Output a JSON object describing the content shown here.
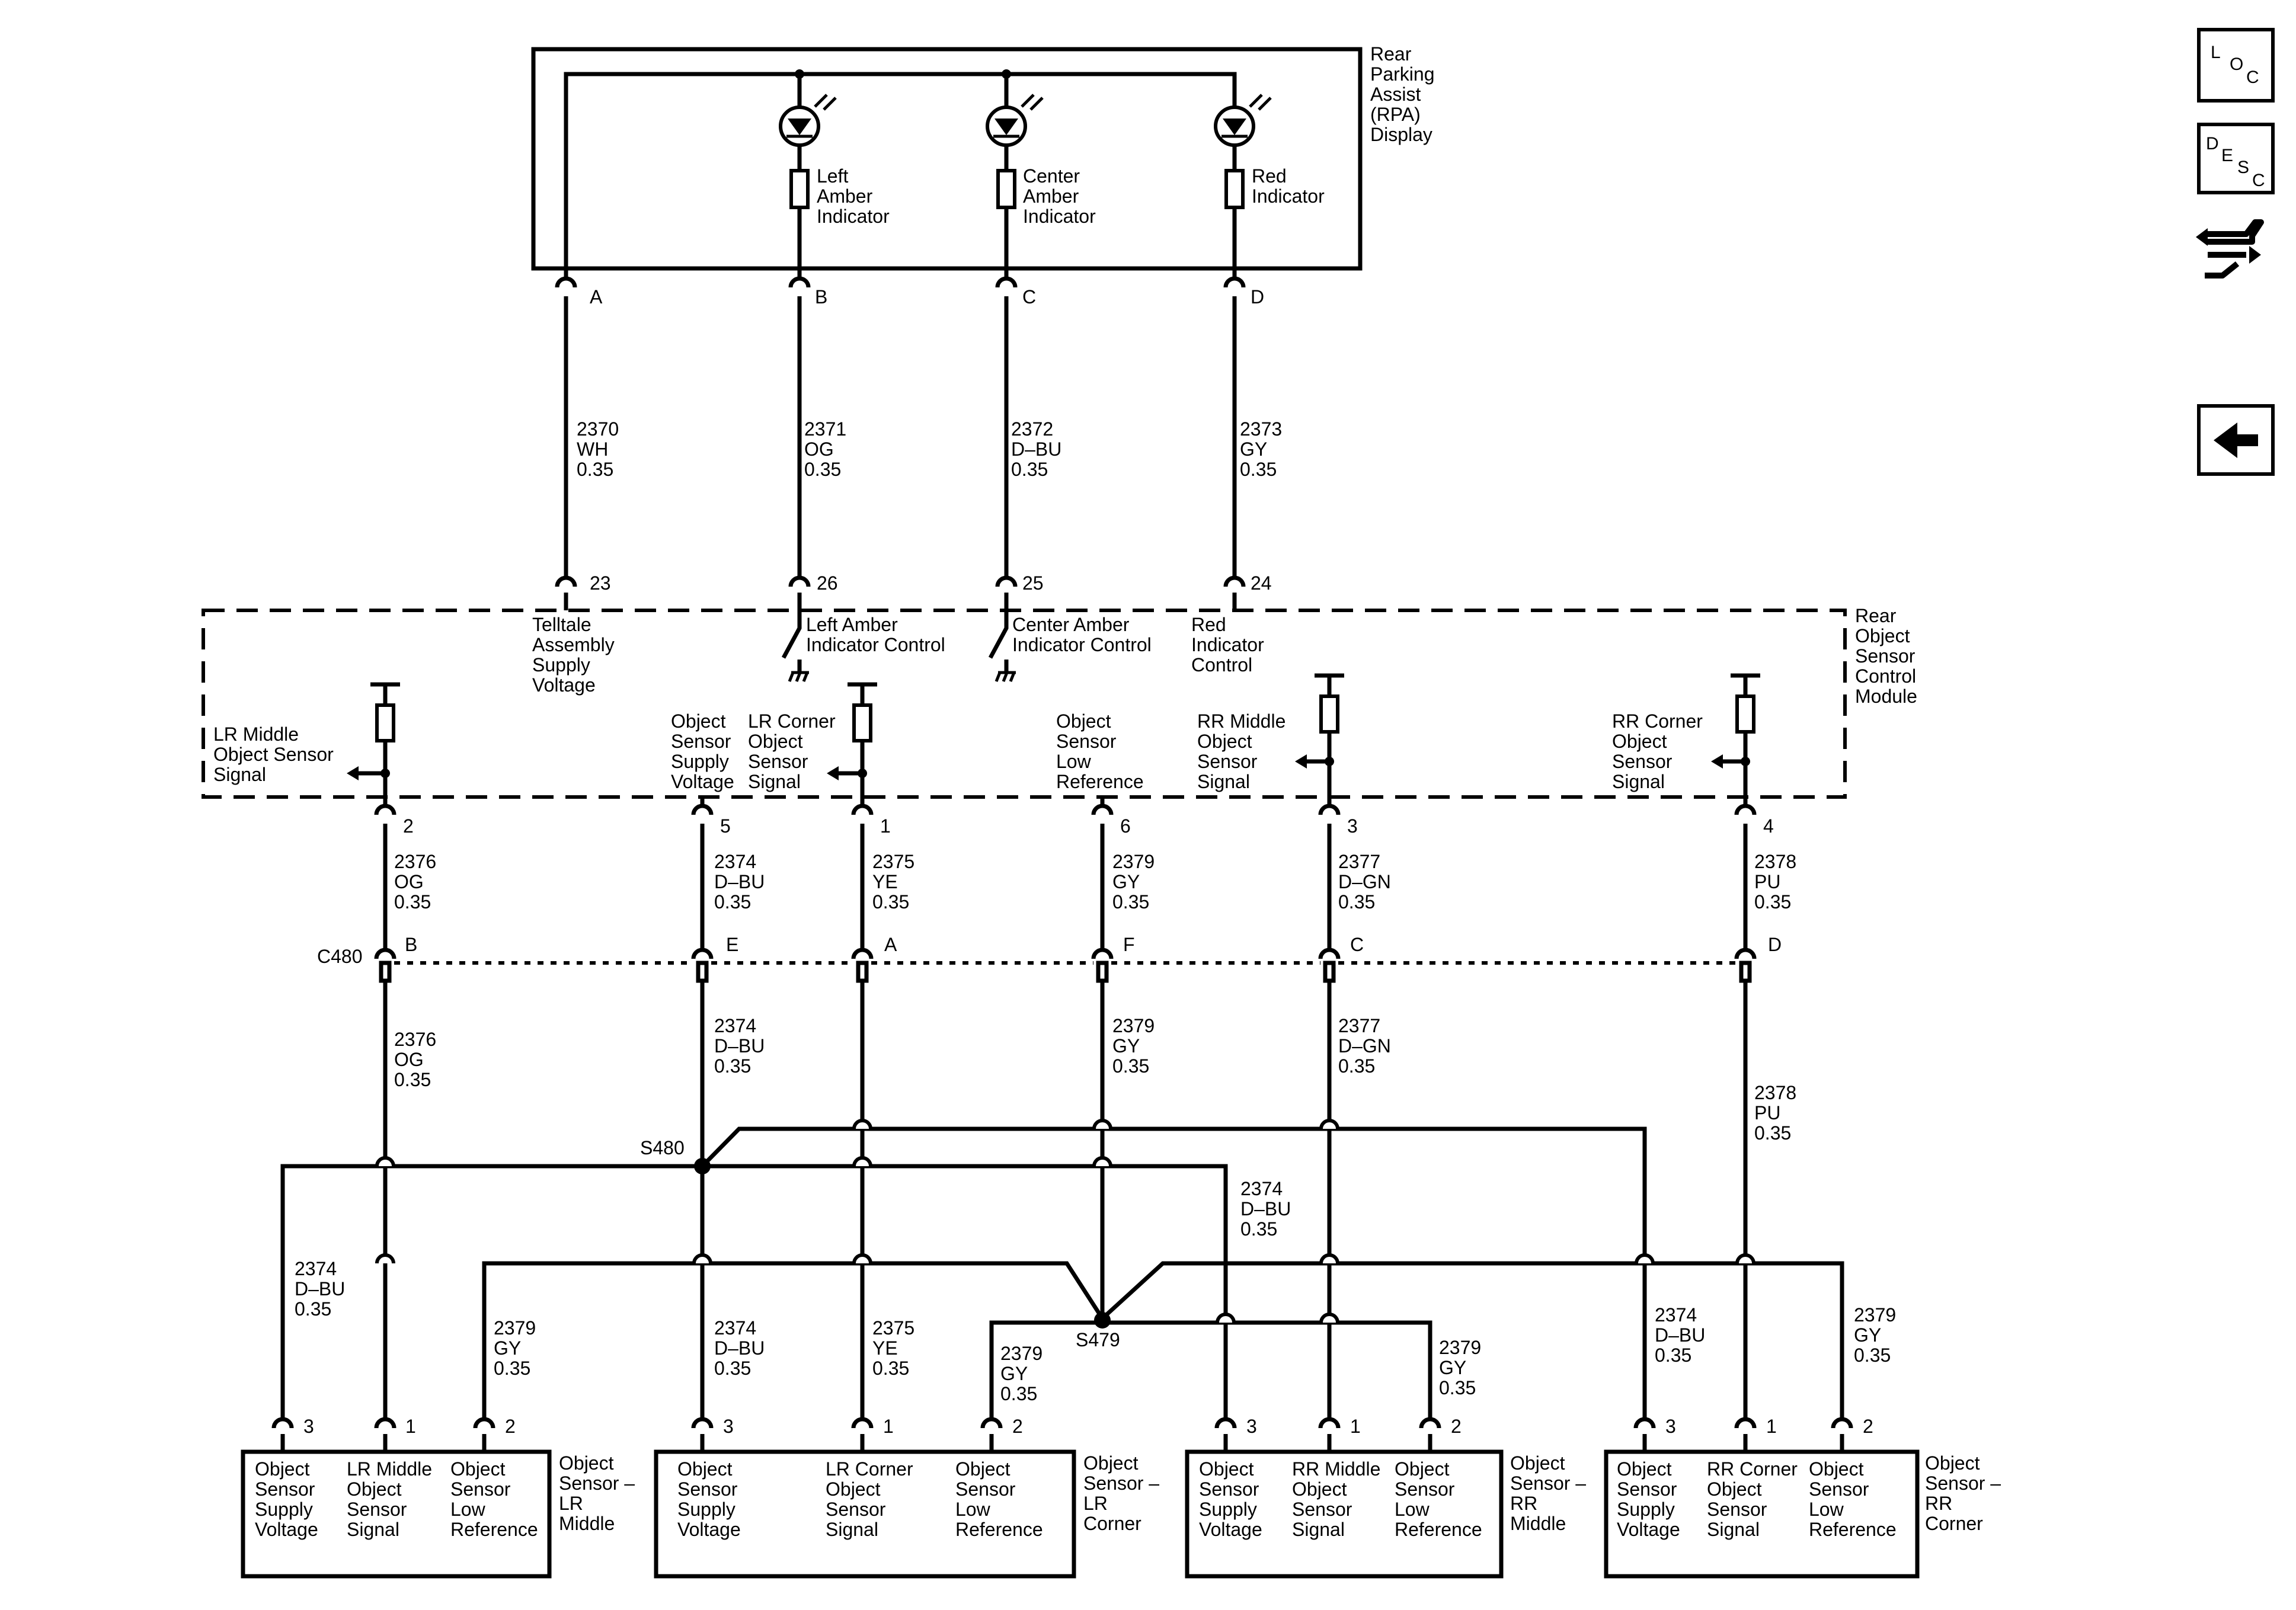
{
  "rpa_display": {
    "title": [
      "Rear",
      "Parking",
      "Assist",
      "(RPA)",
      "Display"
    ],
    "indicators": [
      {
        "label": [
          "Left",
          "Amber",
          "Indicator"
        ]
      },
      {
        "label": [
          "Center",
          "Amber",
          "Indicator"
        ]
      },
      {
        "label": [
          "Red",
          "Indicator"
        ]
      }
    ],
    "pins": [
      "A",
      "B",
      "C",
      "D"
    ]
  },
  "upper_wires": [
    {
      "circuit": "2370",
      "color": "WH",
      "size": "0.35"
    },
    {
      "circuit": "2371",
      "color": "OG",
      "size": "0.35"
    },
    {
      "circuit": "2372",
      "color": "D–BU",
      "size": "0.35"
    },
    {
      "circuit": "2373",
      "color": "GY",
      "size": "0.35"
    }
  ],
  "module": {
    "title": [
      "Rear",
      "Object",
      "Sensor",
      "Control",
      "Module"
    ],
    "top_pins": [
      "23",
      "26",
      "25",
      "24"
    ],
    "top_labels": {
      "telltale": [
        "Telltale",
        "Assembly",
        "Supply",
        "Voltage"
      ],
      "left_amber": [
        "Left Amber",
        "Indicator Control"
      ],
      "center_amber": [
        "Center Amber",
        "Indicator Control"
      ],
      "red": [
        "Red",
        "Indicator",
        "Control"
      ]
    },
    "inner_labels": {
      "lr_middle": [
        "LR Middle",
        "Object Sensor",
        "Signal"
      ],
      "supply": [
        "Object",
        "Sensor",
        "Supply",
        "Voltage"
      ],
      "lr_corner": [
        "LR Corner",
        "Object",
        "Sensor",
        "Signal"
      ],
      "low_ref": [
        "Object",
        "Sensor",
        "Low",
        "Reference"
      ],
      "rr_middle": [
        "RR Middle",
        "Object",
        "Sensor",
        "Signal"
      ],
      "rr_corner": [
        "RR Corner",
        "Object",
        "Sensor",
        "Signal"
      ]
    },
    "bottom_pins": [
      "2",
      "5",
      "1",
      "6",
      "3",
      "4"
    ]
  },
  "mid_wires": [
    {
      "circuit": "2376",
      "color": "OG",
      "size": "0.35"
    },
    {
      "circuit": "2374",
      "color": "D–BU",
      "size": "0.35"
    },
    {
      "circuit": "2375",
      "color": "YE",
      "size": "0.35"
    },
    {
      "circuit": "2379",
      "color": "GY",
      "size": "0.35"
    },
    {
      "circuit": "2377",
      "color": "D–GN",
      "size": "0.35"
    },
    {
      "circuit": "2378",
      "color": "PU",
      "size": "0.35"
    }
  ],
  "connector": {
    "name": "C480",
    "pins": [
      "B",
      "E",
      "A",
      "F",
      "C",
      "D"
    ]
  },
  "splices": {
    "s480": "S480",
    "s479": "S479"
  },
  "lower_wires": {
    "og": {
      "circuit": "2376",
      "color": "OG",
      "size": "0.35"
    },
    "dbu_main": {
      "circuit": "2374",
      "color": "D–BU",
      "size": "0.35"
    },
    "gy_main": {
      "circuit": "2379",
      "color": "GY",
      "size": "0.35"
    },
    "dgn": {
      "circuit": "2377",
      "color": "D–GN",
      "size": "0.35"
    },
    "pu": {
      "circuit": "2378",
      "color": "PU",
      "size": "0.35"
    },
    "dbu_s1": {
      "circuit": "2374",
      "color": "D–BU",
      "size": "0.35"
    },
    "gy_s1": {
      "circuit": "2379",
      "color": "GY",
      "size": "0.35"
    },
    "dbu_bus": {
      "circuit": "2374",
      "color": "D–BU",
      "size": "0.35"
    },
    "dbu_s2": {
      "circuit": "2374",
      "color": "D–BU",
      "size": "0.35"
    },
    "ye_s2": {
      "circuit": "2375",
      "color": "YE",
      "size": "0.35"
    },
    "gy_s2": {
      "circuit": "2379",
      "color": "GY",
      "size": "0.35"
    },
    "gy_s3": {
      "circuit": "2379",
      "color": "GY",
      "size": "0.35"
    },
    "dbu_s4": {
      "circuit": "2374",
      "color": "D–BU",
      "size": "0.35"
    },
    "gy_s4": {
      "circuit": "2379",
      "color": "GY",
      "size": "0.35"
    }
  },
  "sensors": [
    {
      "name": [
        "Object",
        "Sensor –",
        "LR",
        "Middle"
      ],
      "pins": [
        "3",
        "1",
        "2"
      ],
      "labels": [
        [
          "Object",
          "Sensor",
          "Supply",
          "Voltage"
        ],
        [
          "LR Middle",
          "Object",
          "Sensor",
          "Signal"
        ],
        [
          "Object",
          "Sensor",
          "Low",
          "Reference"
        ]
      ]
    },
    {
      "name": [
        "Object",
        "Sensor –",
        "LR",
        "Corner"
      ],
      "pins": [
        "3",
        "1",
        "2"
      ],
      "labels": [
        [
          "Object",
          "Sensor",
          "Supply",
          "Voltage"
        ],
        [
          "LR Corner",
          "Object",
          "Sensor",
          "Signal"
        ],
        [
          "Object",
          "Sensor",
          "Low",
          "Reference"
        ]
      ]
    },
    {
      "name": [
        "Object",
        "Sensor –",
        "RR",
        "Middle"
      ],
      "pins": [
        "3",
        "1",
        "2"
      ],
      "labels": [
        [
          "Object",
          "Sensor",
          "Supply",
          "Voltage"
        ],
        [
          "RR Middle",
          "Object",
          "Sensor",
          "Signal"
        ],
        [
          "Object",
          "Sensor",
          "Low",
          "Reference"
        ]
      ]
    },
    {
      "name": [
        "Object",
        "Sensor –",
        "RR",
        "Corner"
      ],
      "pins": [
        "3",
        "1",
        "2"
      ],
      "labels": [
        [
          "Object",
          "Sensor",
          "Supply",
          "Voltage"
        ],
        [
          "RR Corner",
          "Object",
          "Sensor",
          "Signal"
        ],
        [
          "Object",
          "Sensor",
          "Low",
          "Reference"
        ]
      ]
    }
  ],
  "nav": {
    "loc": {
      "chars": [
        "L",
        "O",
        "C"
      ]
    },
    "desc": {
      "chars": [
        "D",
        "E",
        "S",
        "C"
      ]
    },
    "icons": [
      "loc-icon",
      "desc-icon",
      "hand-arrows-icon",
      "back-arrow-icon"
    ]
  }
}
